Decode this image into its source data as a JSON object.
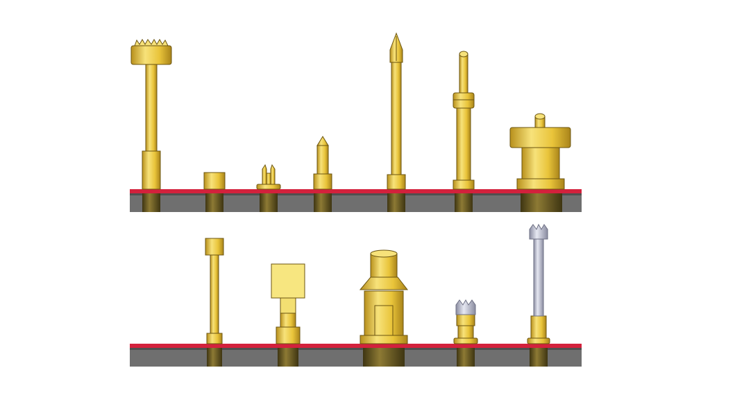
{
  "colors": {
    "background": "#ffffff",
    "gold": "#e9c43a",
    "gold_light": "#f7e27a",
    "gold_dark": "#b8901c",
    "outline": "#6b5410",
    "pcb_top": "#d3213c",
    "pcb_body": "#6f6f6f",
    "pcb_dark": "#4a4a4a",
    "barrel": "#5f5326",
    "silver": "#c4c6d6",
    "silver_dark": "#8a8ca0"
  },
  "rows": [
    {
      "name": "top-row",
      "pins": [
        "crown-head-probe",
        "short-cup",
        "split-tip",
        "cone-tip",
        "spear-tip",
        "collar-probe",
        "wide-cap-probe"
      ]
    },
    {
      "name": "bottom-row",
      "pins": [
        "cup-head-probe",
        "flat-paddle-probe",
        "stepped-cap-probe",
        "short-crown-probe",
        "long-crown-probe"
      ]
    }
  ]
}
